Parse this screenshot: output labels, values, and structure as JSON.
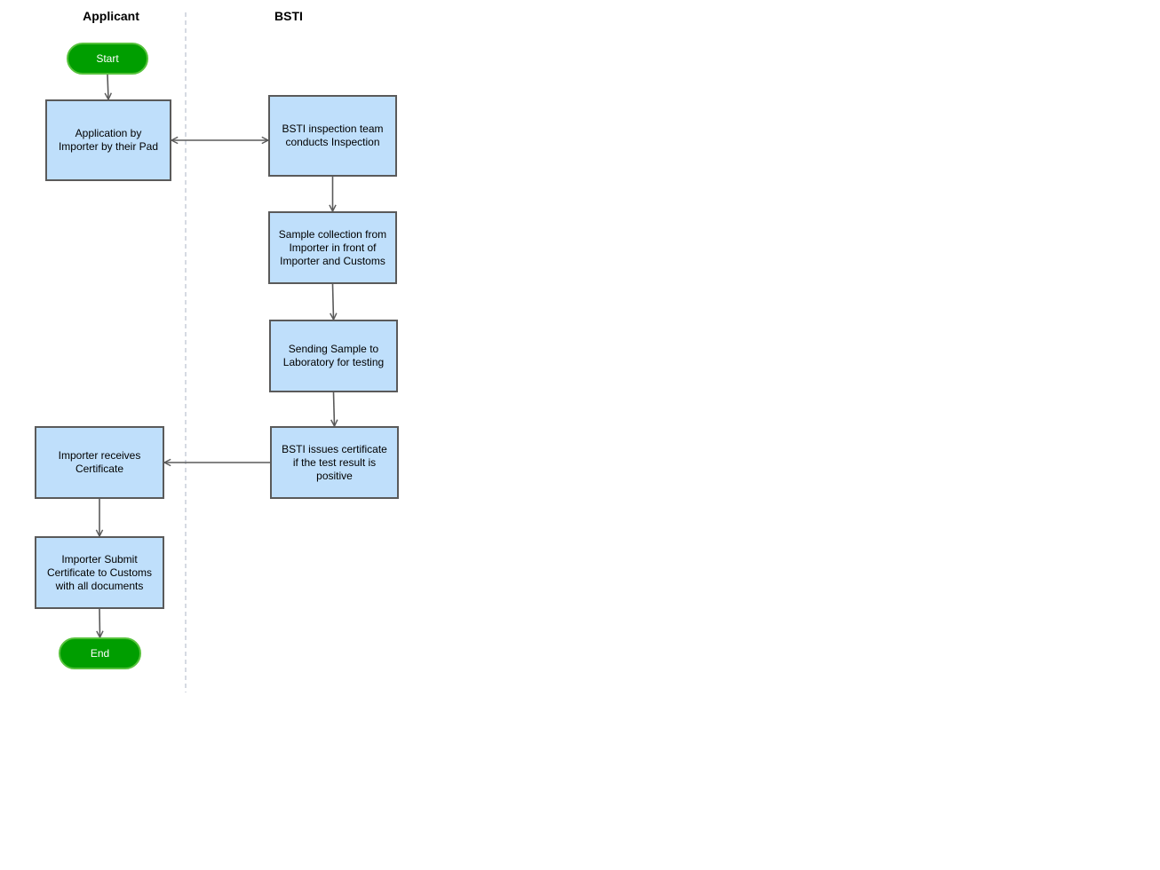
{
  "lanes": {
    "applicant": "Applicant",
    "bsti": "BSTI"
  },
  "colors": {
    "terminal_fill": "#009e00",
    "terminal_border": "#56c23c",
    "process_fill": "#bfdffb",
    "process_border": "#5a5a5a",
    "connector": "#5a5a5a",
    "lane_divider": "#c8cdd8"
  },
  "nodes": {
    "start": "Start",
    "application": "Application by\nImporter by their Pad",
    "inspection": "BSTI inspection team\nconducts Inspection",
    "sample_collection": "Sample collection from\nImporter in front of\nImporter and Customs",
    "sending_sample": "Sending Sample to\nLaboratory for testing",
    "issue_certificate": "BSTI issues certificate\nif the test result is\npositive",
    "receives_certificate": "Importer receives\nCertificate",
    "submit_certificate": "Importer Submit\nCertificate to Customs\nwith all documents",
    "end": "End"
  },
  "edges": [
    {
      "from": "start",
      "to": "application",
      "bidirectional": false
    },
    {
      "from": "application",
      "to": "inspection",
      "bidirectional": true
    },
    {
      "from": "inspection",
      "to": "sample_collection",
      "bidirectional": false
    },
    {
      "from": "sample_collection",
      "to": "sending_sample",
      "bidirectional": false
    },
    {
      "from": "sending_sample",
      "to": "issue_certificate",
      "bidirectional": false
    },
    {
      "from": "issue_certificate",
      "to": "receives_certificate",
      "bidirectional": false
    },
    {
      "from": "receives_certificate",
      "to": "submit_certificate",
      "bidirectional": false
    },
    {
      "from": "submit_certificate",
      "to": "end",
      "bidirectional": false
    }
  ]
}
